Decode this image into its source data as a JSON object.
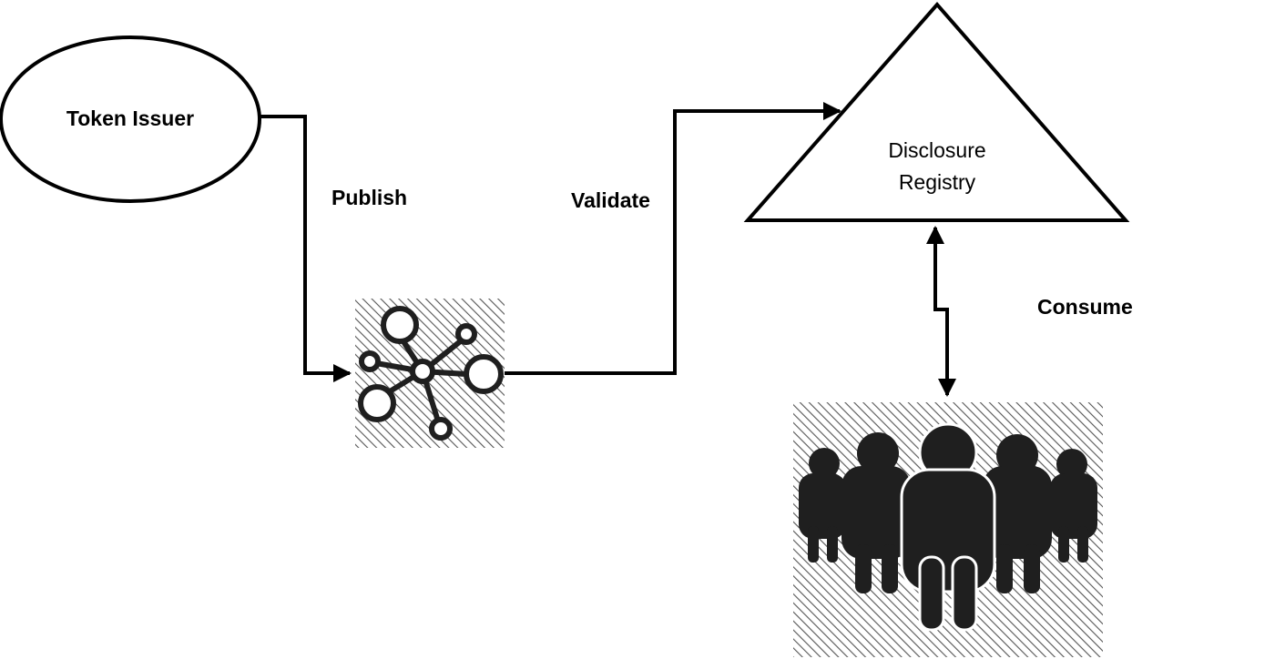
{
  "diagram": {
    "token_issuer": "Token Issuer",
    "disclosure_registry": [
      "Disclosure",
      "Registry"
    ],
    "edges": {
      "publish": "Publish",
      "validate": "Validate",
      "consume": "Consume"
    },
    "icons": {
      "network": "network-nodes-icon",
      "consumers": "people-group-icon"
    },
    "colors": {
      "stroke": "#000000",
      "fill_dark": "#1f1f1f",
      "hatch": "#555555",
      "background": "#ffffff"
    }
  }
}
